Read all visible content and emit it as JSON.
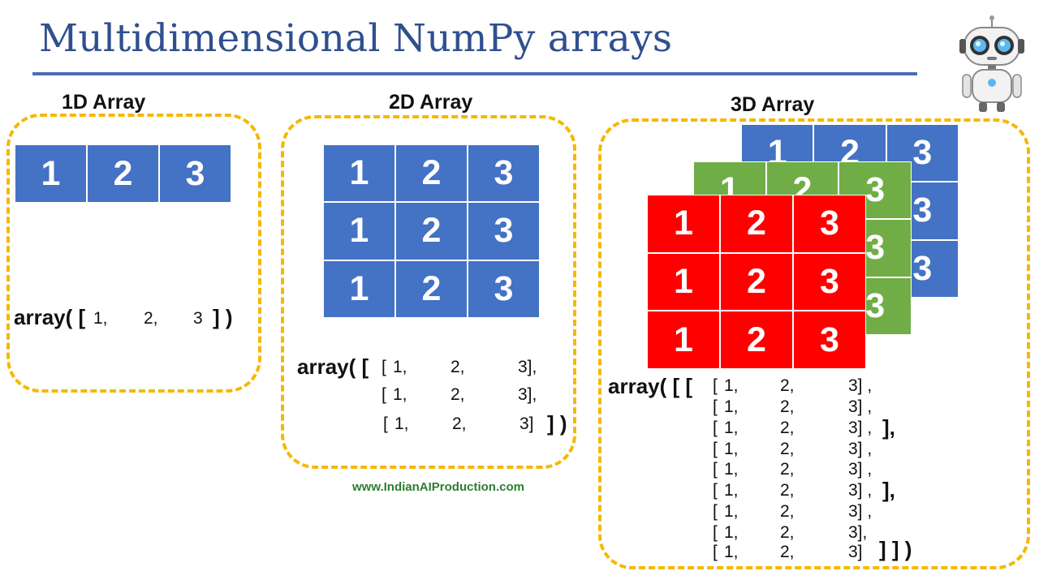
{
  "title": "Multidimensional NumPy arrays",
  "footer": "www.IndianAIProduction.com",
  "colors": {
    "title": "#2f4f8f",
    "rule": "#4a70b5",
    "dash": "#f5b800",
    "blue": "#4472c4",
    "green": "#70ad47",
    "red": "#ff0000",
    "footer": "#2e7d32"
  },
  "icons": {
    "robot": "robot-icon"
  },
  "array1d": {
    "label": "1D Array",
    "cells": [
      "1",
      "2",
      "3"
    ],
    "code": {
      "prefix": "array( [",
      "v1": "1,",
      "v2": "2,",
      "v3": "3",
      "suffix": "] )"
    }
  },
  "array2d": {
    "label": "2D Array",
    "cells": [
      "1",
      "2",
      "3",
      "1",
      "2",
      "3",
      "1",
      "2",
      "3"
    ],
    "code": {
      "prefix": "array( [",
      "rows": [
        {
          "open": "[",
          "v1": "1,",
          "v2": "2,",
          "v3": "3],",
          "close": ""
        },
        {
          "open": "[",
          "v1": "1,",
          "v2": "2,",
          "v3": "3],",
          "close": ""
        },
        {
          "open": "[",
          "v1": "1,",
          "v2": "2,",
          "v3": "3]",
          "close": "] )"
        }
      ]
    }
  },
  "array3d": {
    "label": "3D Array",
    "layers": [
      {
        "color": "blue",
        "cells": [
          "1",
          "2",
          "3",
          "1",
          "2",
          "3",
          "1",
          "2",
          "3"
        ]
      },
      {
        "color": "green",
        "cells": [
          "1",
          "2",
          "3",
          "1",
          "2",
          "3",
          "1",
          "2",
          "3"
        ]
      },
      {
        "color": "red",
        "cells": [
          "1",
          "2",
          "3",
          "1",
          "2",
          "3",
          "1",
          "2",
          "3"
        ]
      }
    ],
    "code": {
      "prefix": "array( [ [",
      "rows": [
        {
          "open": "[",
          "v1": "1,",
          "v2": "2,",
          "v3": "3] ,",
          "close": ""
        },
        {
          "open": "[",
          "v1": "1,",
          "v2": "2,",
          "v3": "3] ,",
          "close": ""
        },
        {
          "open": "[",
          "v1": "1,",
          "v2": "2,",
          "v3": "3] ,",
          "close": "],"
        },
        {
          "open": "[",
          "v1": "1,",
          "v2": "2,",
          "v3": "3] ,",
          "close": ""
        },
        {
          "open": "[",
          "v1": "1,",
          "v2": "2,",
          "v3": "3] ,",
          "close": ""
        },
        {
          "open": "[",
          "v1": "1,",
          "v2": "2,",
          "v3": "3] ,",
          "close": "],"
        },
        {
          "open": "[",
          "v1": "1,",
          "v2": "2,",
          "v3": "3] ,",
          "close": ""
        },
        {
          "open": "[",
          "v1": "1,",
          "v2": "2,",
          "v3": "3],",
          "close": ""
        },
        {
          "open": "[",
          "v1": "1,",
          "v2": "2,",
          "v3": "3]",
          "close": "] ] )"
        }
      ]
    }
  }
}
